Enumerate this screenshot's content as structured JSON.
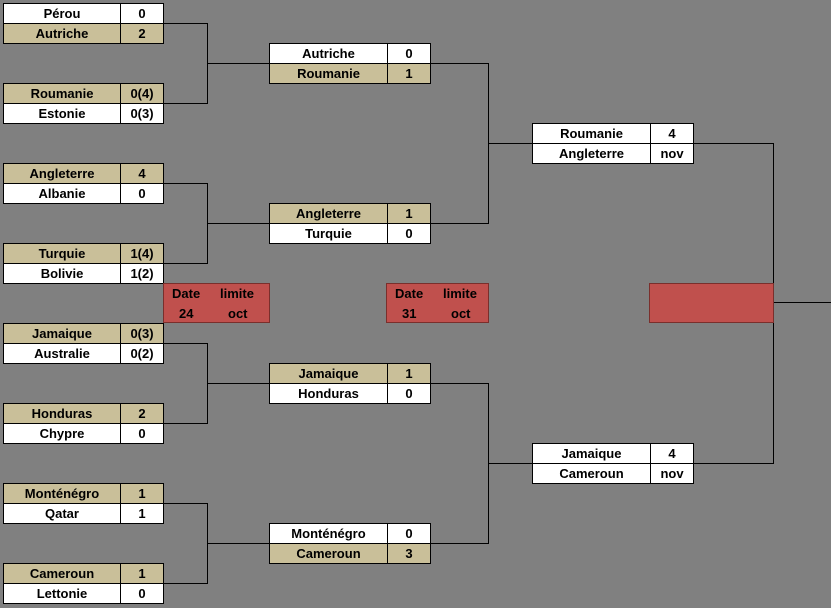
{
  "round1": [
    {
      "team1": "Pérou",
      "score1": "0",
      "team2": "Autriche",
      "score2": "2",
      "winner": 2
    },
    {
      "team1": "Roumanie",
      "score1": "0(4)",
      "team2": "Estonie",
      "score2": "0(3)",
      "winner": 1
    },
    {
      "team1": "Angleterre",
      "score1": "4",
      "team2": "Albanie",
      "score2": "0",
      "winner": 1
    },
    {
      "team1": "Turquie",
      "score1": "1(4)",
      "team2": "Bolivie",
      "score2": "1(2)",
      "winner": 1
    },
    {
      "team1": "Jamaique",
      "score1": "0(3)",
      "team2": "Australie",
      "score2": "0(2)",
      "winner": 1
    },
    {
      "team1": "Honduras",
      "score1": "2",
      "team2": "Chypre",
      "score2": "0",
      "winner": 1
    },
    {
      "team1": "Monténégro",
      "score1": "1",
      "team2": "Qatar",
      "score2": "1",
      "winner": 1
    },
    {
      "team1": "Cameroun",
      "score1": "1",
      "team2": "Lettonie",
      "score2": "0",
      "winner": 1
    }
  ],
  "round2": [
    {
      "team1": "Autriche",
      "score1": "0",
      "team2": "Roumanie",
      "score2": "1",
      "winner": 2
    },
    {
      "team1": "Angleterre",
      "score1": "1",
      "team2": "Turquie",
      "score2": "0",
      "winner": 1
    },
    {
      "team1": "Jamaique",
      "score1": "1",
      "team2": "Honduras",
      "score2": "0",
      "winner": 1
    },
    {
      "team1": "Monténégro",
      "score1": "0",
      "team2": "Cameroun",
      "score2": "3",
      "winner": 2
    }
  ],
  "round3": [
    {
      "team1": "Roumanie",
      "score1": "4",
      "team2": "Angleterre",
      "score2": "nov",
      "winner": 0
    },
    {
      "team1": "Jamaique",
      "score1": "4",
      "team2": "Cameroun",
      "score2": "nov",
      "winner": 0
    }
  ],
  "deadlines": [
    {
      "label1": "Date",
      "label2": "limite",
      "day": "24",
      "month": "oct"
    },
    {
      "label1": "Date",
      "label2": "limite",
      "day": "31",
      "month": "oct"
    }
  ],
  "final_box": "",
  "colors": {
    "background": "#808080",
    "winner_fill": "#c9bf99",
    "cell_fill": "#ffffff",
    "deadline_fill": "#c0504d"
  }
}
